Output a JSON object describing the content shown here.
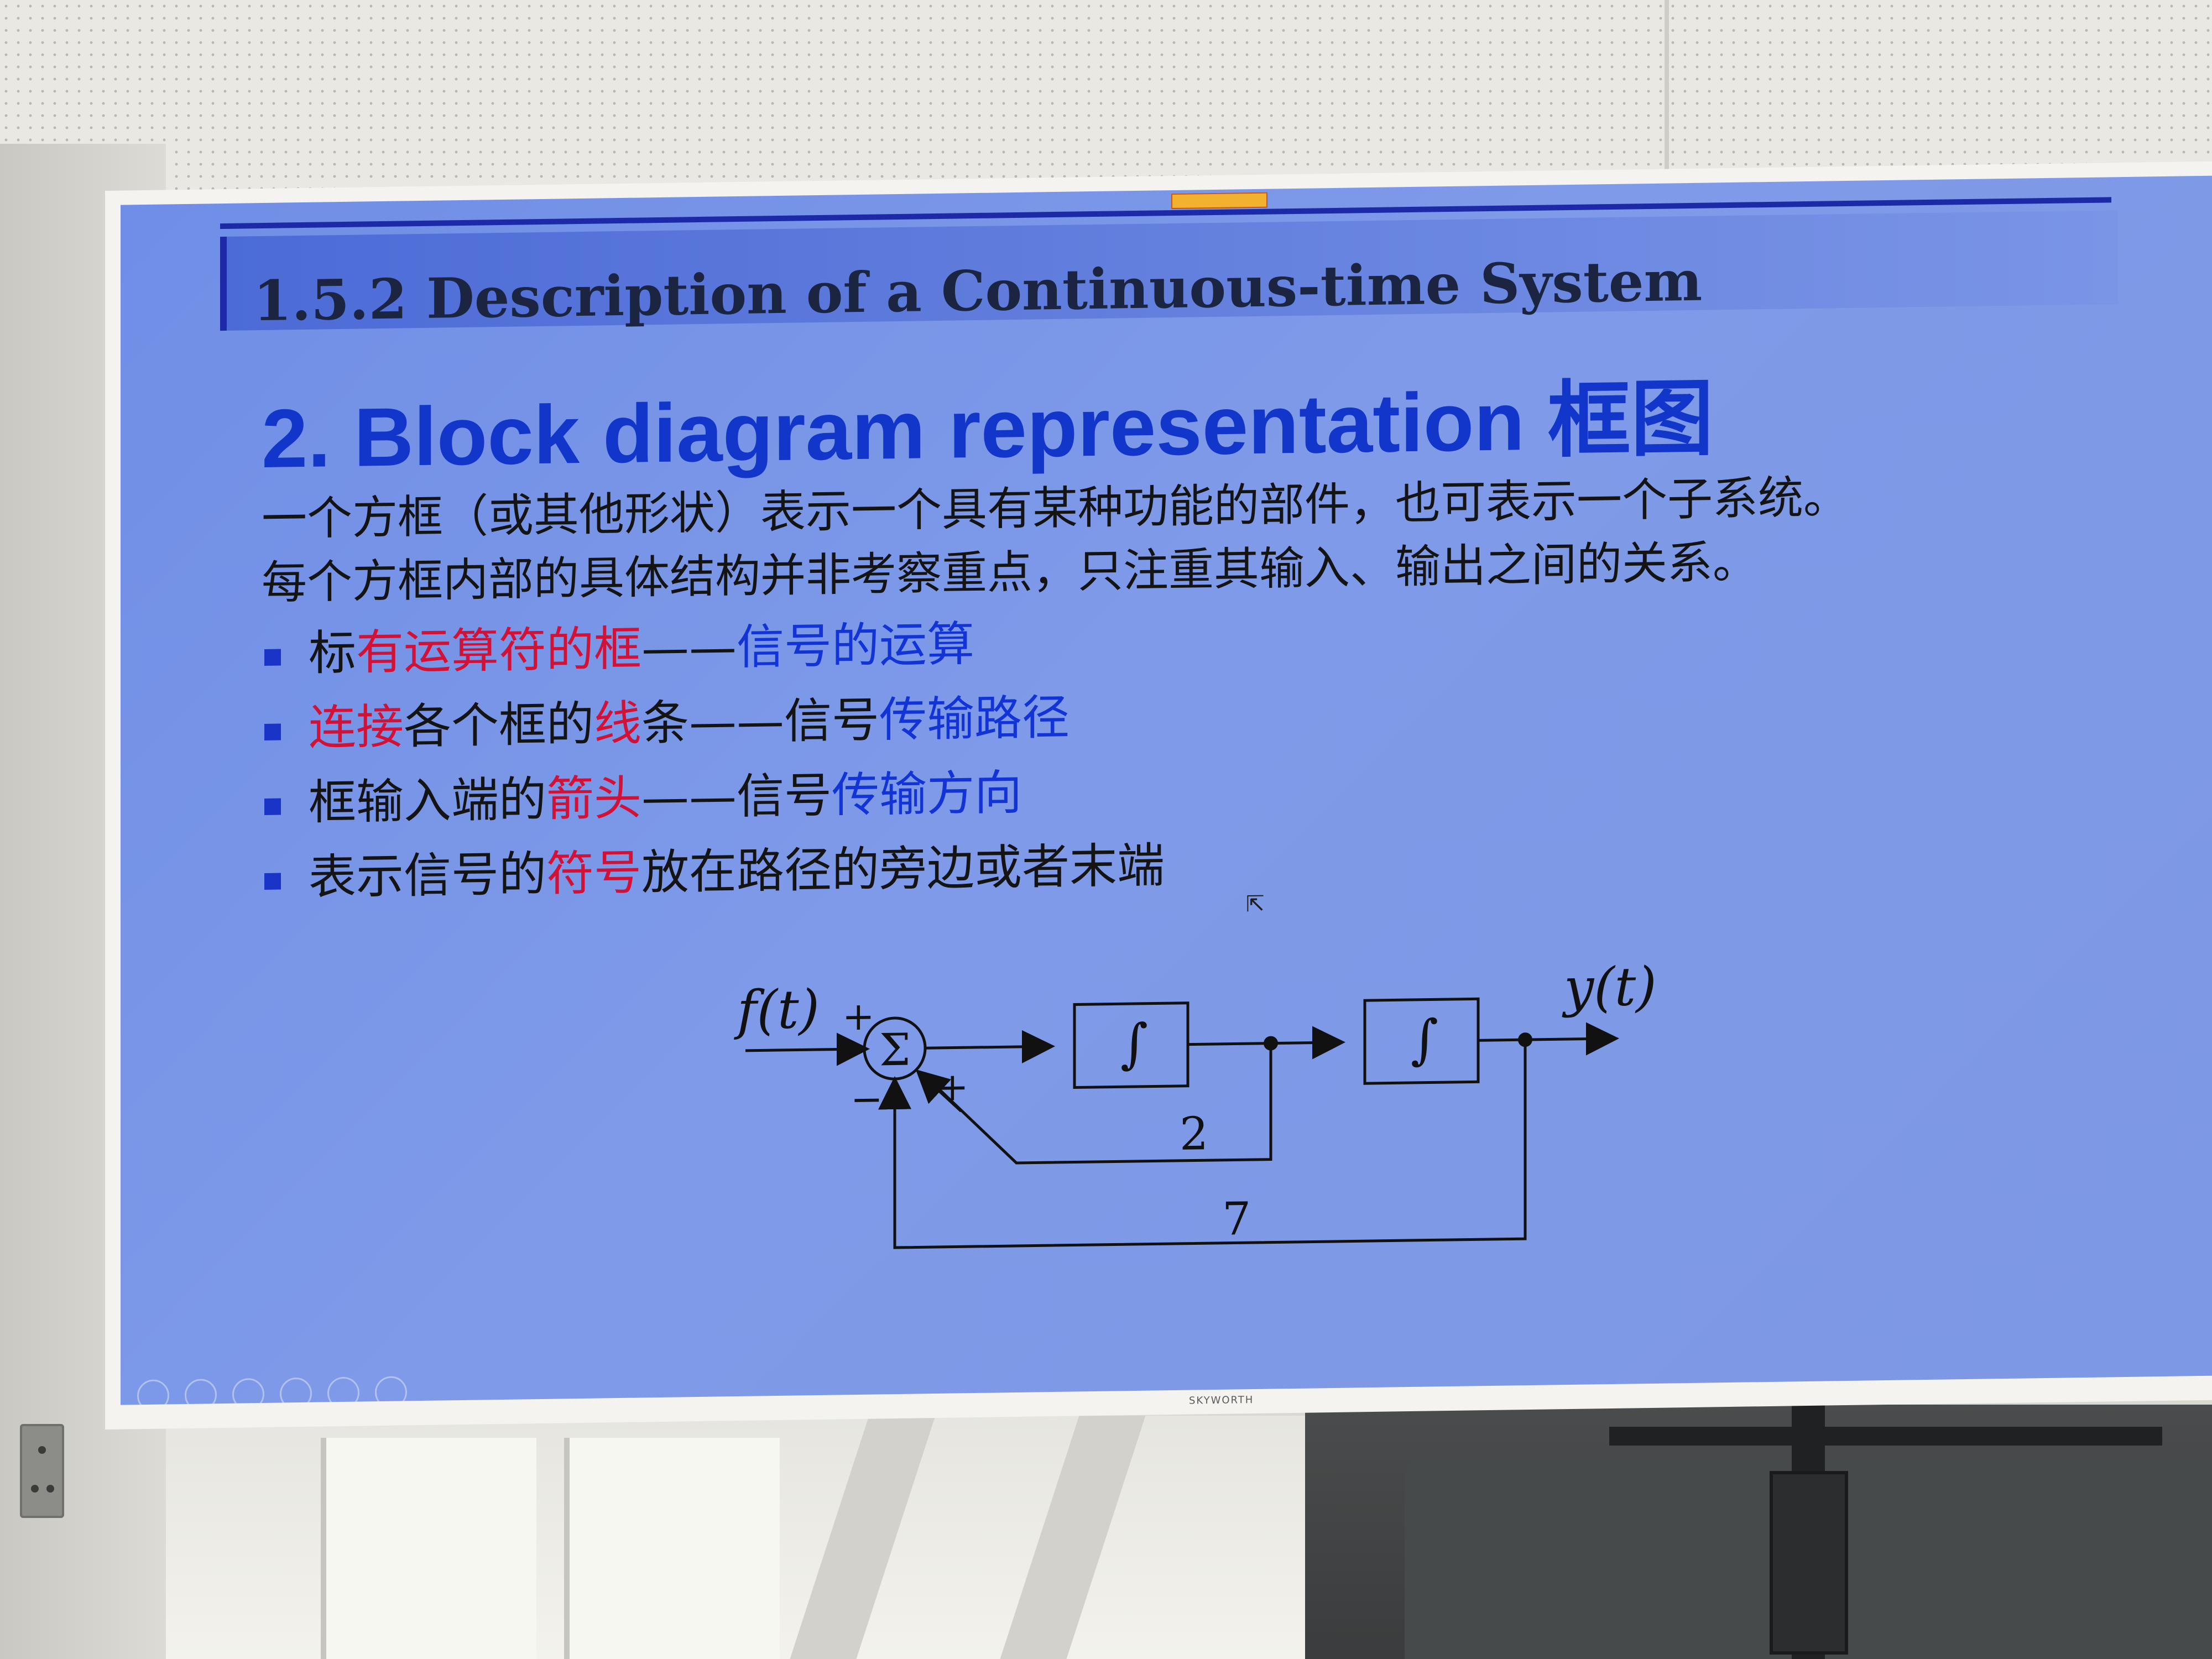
{
  "slide": {
    "section_title": "1.5.2  Description of a Continuous-time System",
    "heading": "2. Block diagram representation 框图",
    "paragraph_line_1": "一个方框（或其他形状）表示一个具有某种功能的部件，也可表示一个子系统。",
    "paragraph_line_2": "每个方框内部的具体结构并非考察重点，只注重其输入、输出之间的关系。",
    "bullets": [
      {
        "p1": "标",
        "p2": "有运算符的框",
        "dash": "——",
        "p3": "",
        "p4": "信号的运算"
      },
      {
        "p1": "",
        "p2": "连接",
        "p3a": "各个框的",
        "p3b": "线",
        "p3c": "条",
        "dash": "——",
        "p4a": "信号",
        "p4b": "传输路径"
      },
      {
        "p1": "框输入端的",
        "p2": "箭头",
        "dash": "——",
        "p4a": "信号",
        "p4b": "传输方向"
      },
      {
        "p1": "表示信号的",
        "p2": "符号",
        "p3": "放在路径的旁边或者末端"
      }
    ]
  },
  "diagram": {
    "input_label": "f(t)",
    "output_label": "y(t)",
    "summer_symbol": "Σ",
    "sign_input": "+",
    "sign_minus": "−",
    "sign_feedback": "+",
    "integrator_symbol": "∫",
    "gain_inner": "2",
    "gain_outer": "7"
  },
  "device": {
    "brand": "SKYWORTH"
  },
  "colors": {
    "slide_background": "#7d98e4",
    "heading_blue": "#1236c9",
    "emphasis_red": "#d11236",
    "emphasis_blue": "#1234d6"
  }
}
